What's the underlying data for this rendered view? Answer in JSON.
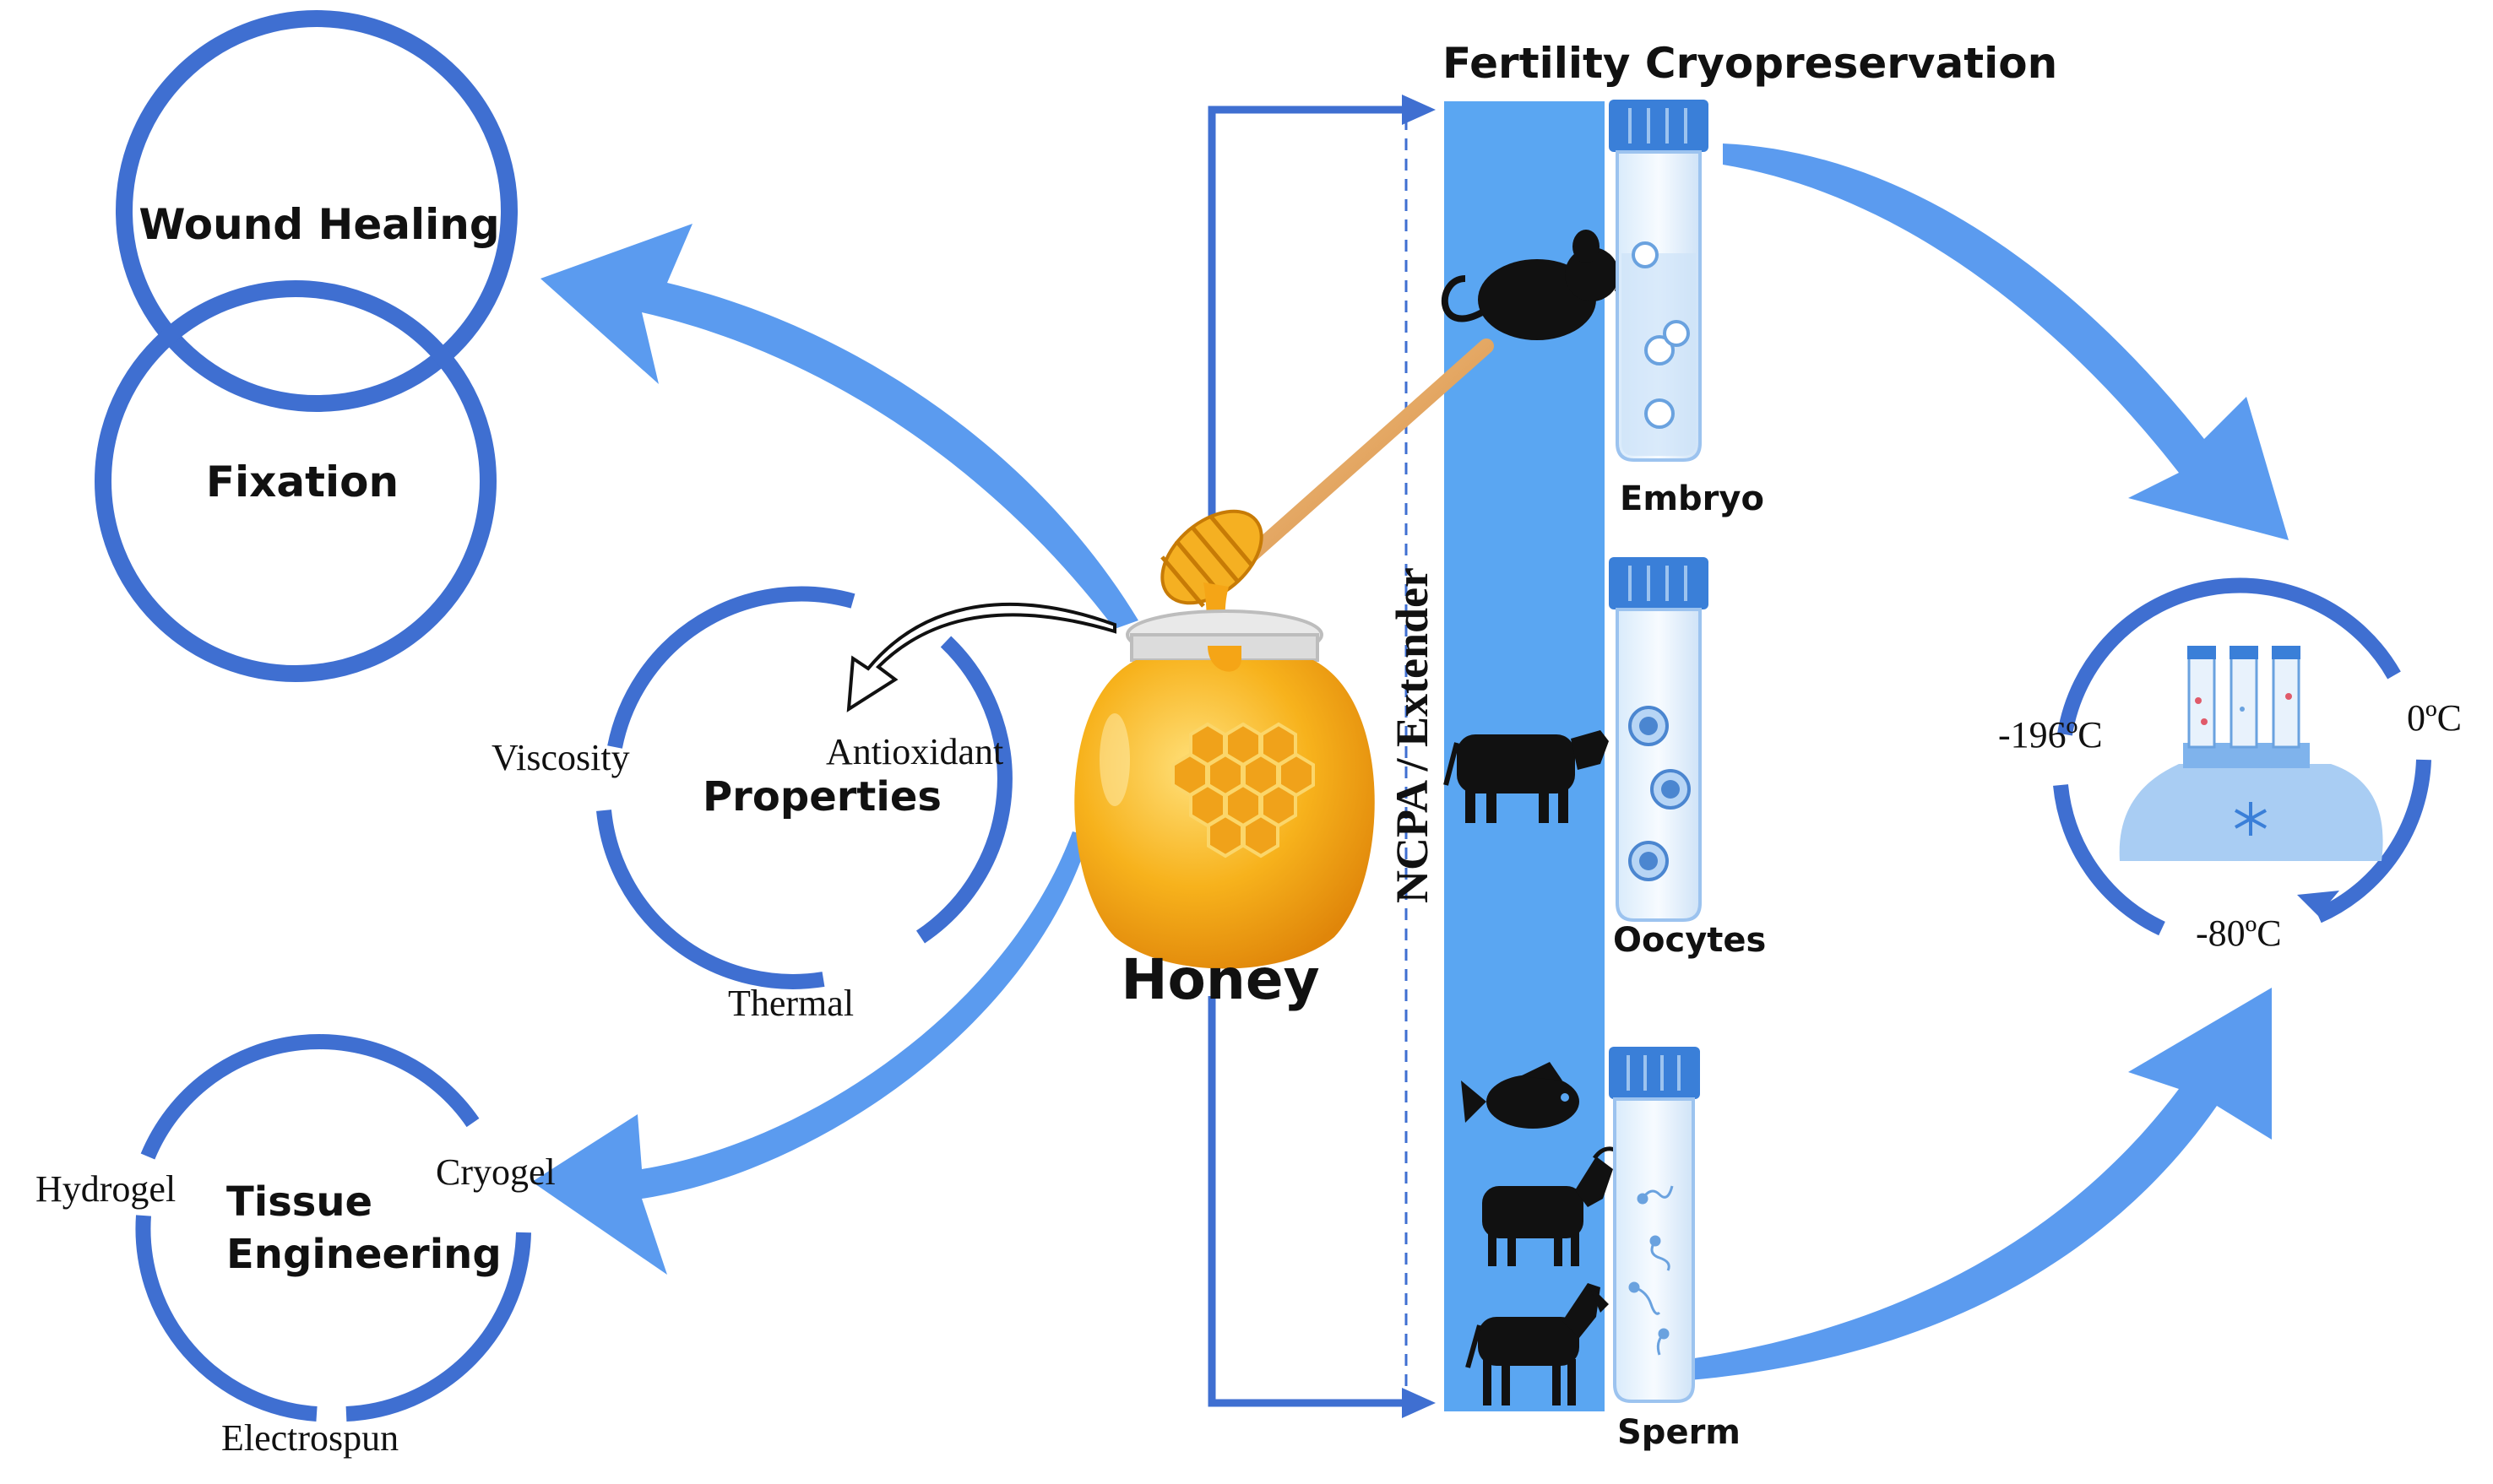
{
  "labels": {
    "title": "Fertility Cryopreservation",
    "wound_healing": "Wound Healing",
    "fixation": "Fixation",
    "properties": "Properties",
    "viscosity": "Viscosity",
    "antioxidant": "Antioxidant",
    "thermal": "Thermal",
    "tissue": "Tissue",
    "engineering": "Engineering",
    "hydrogel": "Hydrogel",
    "cryogel": "Cryogel",
    "electrospun": "Electrospun",
    "honey": "Honey",
    "ncpa": "NCPA / Extender",
    "embryo": "Embryo",
    "oocytes": "Oocytes",
    "sperm": "Sperm",
    "t_minus196": "-196ºC",
    "t_zero": "0ºC",
    "t_minus80": "-80ºC"
  },
  "icons": [
    "honey-jar-icon",
    "honey-dipper-icon",
    "mouse-icon",
    "cow-icon",
    "fish-icon",
    "goat-icon",
    "horse-icon",
    "test-tube-icon",
    "cryo-tank-icon",
    "snowflake-icon"
  ],
  "colors": {
    "accent_blue": "#4a86e8",
    "ring_blue": "#3f6fd1",
    "bar_blue": "#5aa6f2",
    "honey_orange": "#f5a516",
    "silhouette": "#111111"
  }
}
